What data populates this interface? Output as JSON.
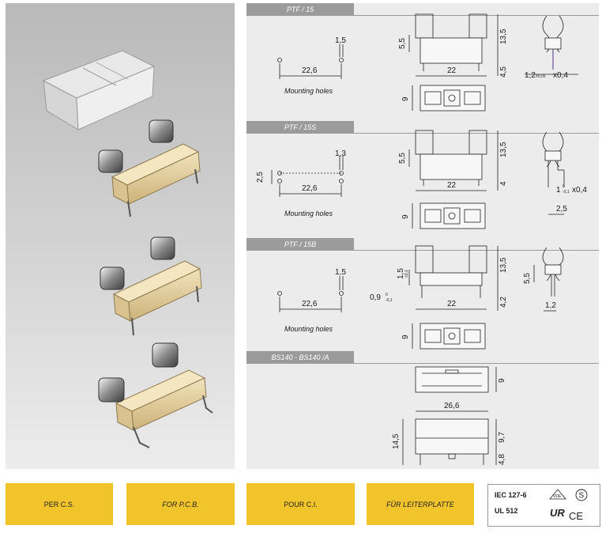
{
  "sections": [
    {
      "title": "PTF / 15",
      "hole_w": "22,6",
      "pin": "1,5",
      "h1": "5,5",
      "h2": "13,5",
      "h3": "4,5",
      "w": "22",
      "d": "9",
      "side_main": "1,2",
      "side_tol": "±0,05",
      "side_x": "x0,4",
      "caption": "Mounting holes"
    },
    {
      "title": "PTF / 15S",
      "hole_w": "22,6",
      "pin": "1,3",
      "hole_h": "2,5",
      "h1": "5,5",
      "h2": "13,5",
      "h3": "4",
      "w": "22",
      "d": "9",
      "side_main": "1",
      "side_tol_top": "0",
      "side_tol_bot": "-0,1",
      "side_x": "x0,4",
      "side_b": "2,5",
      "caption": "Mounting holes"
    },
    {
      "title": "PTF / 15B",
      "hole_w": "22,6",
      "pin": "1,5",
      "h1": "1,5",
      "h1_tol": "±0,1",
      "h2": "13,5",
      "h3": "4,2",
      "w": "22",
      "d": "9",
      "foot": "0,9",
      "foot_tol_top": "0",
      "foot_tol_bot": "-0,1",
      "side_h": "5,5",
      "side_b": "1,2",
      "caption": "Mounting holes"
    },
    {
      "title": "BS140 - BS140 /A",
      "d": "9",
      "w": "26,6",
      "h_total": "14,5",
      "h_top": "9,7",
      "h_bot": "4,8"
    }
  ],
  "languages": [
    "PER C.S.",
    "FOR P.C.B.",
    "POUR C.I.",
    "FÜR LEITERPLATTE"
  ],
  "certifications": {
    "iec": "IEC 127-6",
    "ul": "UL 512",
    "ul_mark": "UR",
    "ce_mark": "CE",
    "s_mark": "S",
    "vde_mark": "VDE"
  },
  "colors": {
    "accent": "#f2c42c",
    "tab": "#9b9b9b",
    "panel": "#ececec"
  }
}
